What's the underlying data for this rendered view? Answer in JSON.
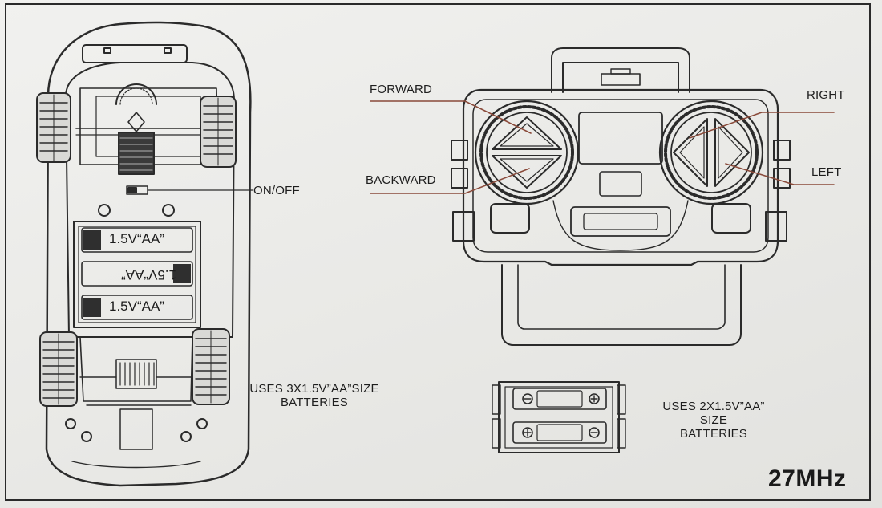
{
  "car": {
    "switch_label": "ON/OFF",
    "battery_labels": [
      "1.5V“AA”",
      "1.5V“AA”",
      "1.5V“AA”"
    ],
    "battery_note_line1": "USES 3X1.5V”AA”SIZE",
    "battery_note_line2": "BATTERIES"
  },
  "remote": {
    "forward": "FORWARD",
    "backward": "BACKWARD",
    "right": "RIGHT",
    "left": "LEFT",
    "battery_note_line1": "USES 2X1.5V”AA”",
    "battery_note_line2": "SIZE",
    "battery_note_line3": "BATTERIES"
  },
  "frequency": "27MHz",
  "colors": {
    "line": "#2b2b2b",
    "pointer": "#8a4a3a"
  }
}
